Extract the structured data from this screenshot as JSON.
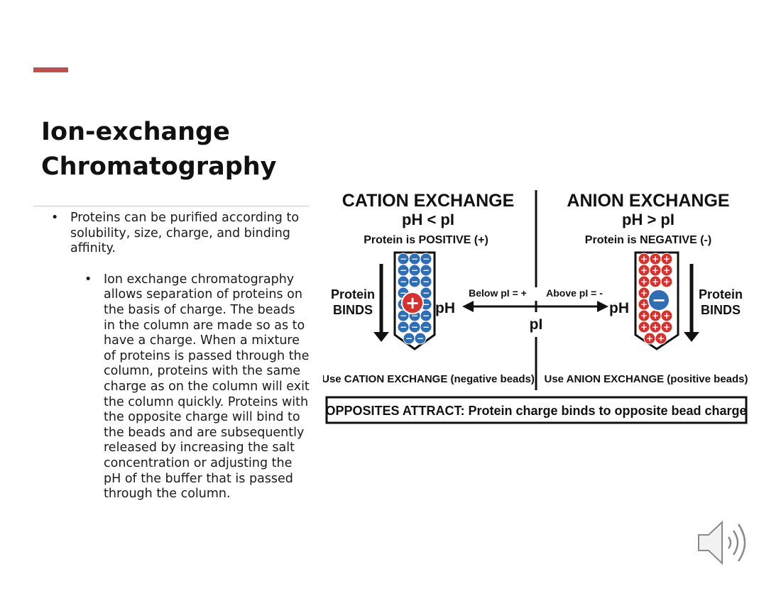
{
  "slide": {
    "title_line1": "Ion-exchange",
    "title_line2": "Chromatography",
    "bullet1": "Proteins can be purified according to solubility, size, charge, and binding affinity.",
    "bullet2": "Ion exchange chromatography allows separation of  proteins on the basis of charge. The beads in the column are made so as to have a charge. When a mixture of proteins is passed through the column, proteins with the same charge as on the column will exit the column quickly. Proteins with the opposite charge will bind to the beads and are subsequently released by increasing the salt concentration or adjusting the pH of the buffer that is passed through the column.",
    "bullet_symbol": "•",
    "accent_color": "#c0504d"
  },
  "figure": {
    "cation_title": "CATION EXCHANGE",
    "cation_cond": "pH < pI",
    "cation_protein": "Protein is POSITIVE (+)",
    "anion_title": "ANION EXCHANGE",
    "anion_cond": "pH > pI",
    "anion_protein": "Protein is NEGATIVE (-)",
    "binds_word1": "Protein",
    "binds_word2": "BINDS",
    "below_pi": "Below pI = +",
    "above_pi": "Above pI = -",
    "ph_label": "pH",
    "pi_label": "pI",
    "cation_use": "Use CATION EXCHANGE (negative beads)",
    "anion_use": "Use ANION EXCHANGE (positive beads)",
    "opposites": "OPPOSITES ATTRACT: Protein charge binds to opposite bead charge",
    "plus_sign": "+",
    "minus_sign": "−",
    "negative_bead_color": "#2f6db5",
    "positive_bead_color": "#d9302c"
  },
  "icons": {
    "speaker": "speaker-audio-icon"
  }
}
